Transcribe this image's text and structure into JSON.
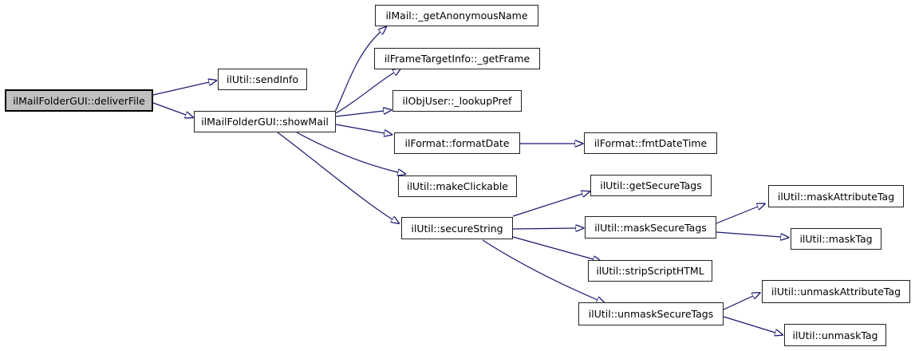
{
  "diagram": {
    "type": "call-graph",
    "colors": {
      "background": "#ffffff",
      "edge": "#191970",
      "node_border": "#222222",
      "node_fill": "#ffffff",
      "highlight_fill": "#c0c0c0",
      "text": "#000000"
    },
    "nodes": [
      {
        "id": "deliverFile",
        "label": "ilMailFolderGUI::deliverFile",
        "highlighted": true
      },
      {
        "id": "sendInfo",
        "label": "ilUtil::sendInfo"
      },
      {
        "id": "showMail",
        "label": "ilMailFolderGUI::showMail"
      },
      {
        "id": "getAnonymousName",
        "label": "ilMail::_getAnonymousName"
      },
      {
        "id": "getFrame",
        "label": "ilFrameTargetInfo::_getFrame"
      },
      {
        "id": "lookupPref",
        "label": "ilObjUser::_lookupPref"
      },
      {
        "id": "formatDate",
        "label": "ilFormat::formatDate"
      },
      {
        "id": "fmtDateTime",
        "label": "ilFormat::fmtDateTime"
      },
      {
        "id": "makeClickable",
        "label": "ilUtil::makeClickable"
      },
      {
        "id": "secureString",
        "label": "ilUtil::secureString"
      },
      {
        "id": "getSecureTags",
        "label": "ilUtil::getSecureTags"
      },
      {
        "id": "maskSecureTags",
        "label": "ilUtil::maskSecureTags"
      },
      {
        "id": "maskAttributeTag",
        "label": "ilUtil::maskAttributeTag"
      },
      {
        "id": "maskTag",
        "label": "ilUtil::maskTag"
      },
      {
        "id": "stripScriptHTML",
        "label": "ilUtil::stripScriptHTML"
      },
      {
        "id": "unmaskSecureTags",
        "label": "ilUtil::unmaskSecureTags"
      },
      {
        "id": "unmaskAttributeTag",
        "label": "ilUtil::unmaskAttributeTag"
      },
      {
        "id": "unmaskTag",
        "label": "ilUtil::unmaskTag"
      }
    ],
    "edges": [
      {
        "from": "deliverFile",
        "to": "sendInfo"
      },
      {
        "from": "deliverFile",
        "to": "showMail"
      },
      {
        "from": "showMail",
        "to": "getAnonymousName"
      },
      {
        "from": "showMail",
        "to": "getFrame"
      },
      {
        "from": "showMail",
        "to": "lookupPref"
      },
      {
        "from": "showMail",
        "to": "formatDate"
      },
      {
        "from": "showMail",
        "to": "makeClickable"
      },
      {
        "from": "showMail",
        "to": "secureString"
      },
      {
        "from": "formatDate",
        "to": "fmtDateTime"
      },
      {
        "from": "secureString",
        "to": "getSecureTags"
      },
      {
        "from": "secureString",
        "to": "maskSecureTags"
      },
      {
        "from": "secureString",
        "to": "stripScriptHTML"
      },
      {
        "from": "secureString",
        "to": "unmaskSecureTags"
      },
      {
        "from": "maskSecureTags",
        "to": "maskAttributeTag"
      },
      {
        "from": "maskSecureTags",
        "to": "maskTag"
      },
      {
        "from": "unmaskSecureTags",
        "to": "unmaskAttributeTag"
      },
      {
        "from": "unmaskSecureTags",
        "to": "unmaskTag"
      }
    ]
  }
}
